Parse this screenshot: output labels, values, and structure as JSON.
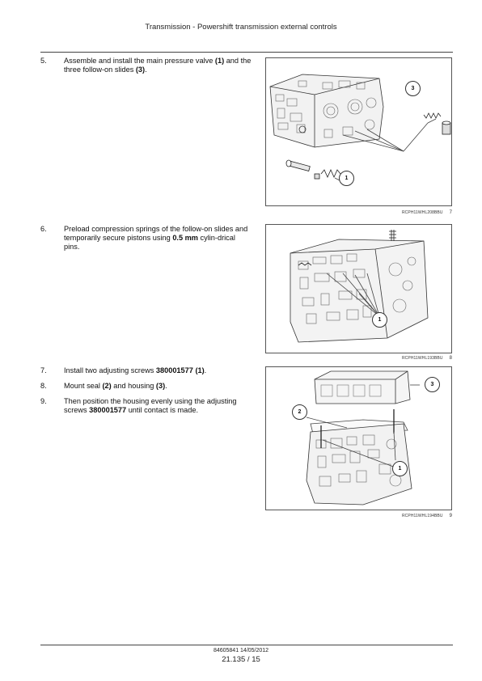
{
  "header": {
    "title": "Transmission - Powershift transmission external controls"
  },
  "steps": [
    {
      "number": "5.",
      "segments": [
        {
          "t": "Assemble and install the main pressure valve ",
          "b": false
        },
        {
          "t": "(1)",
          "b": true
        },
        {
          "t": " and the three follow-on slides ",
          "b": false
        },
        {
          "t": "(3)",
          "b": true
        },
        {
          "t": ".",
          "b": false
        }
      ]
    },
    {
      "number": "6.",
      "segments": [
        {
          "t": "Preload compression springs of the follow-on slides and temporarily secure pistons using ",
          "b": false
        },
        {
          "t": "0.5 mm",
          "b": true
        },
        {
          "t": " cylin-drical pins.",
          "b": false
        }
      ]
    },
    {
      "number": "7.",
      "segments": [
        {
          "t": "Install two adjusting screws ",
          "b": false
        },
        {
          "t": "380001577",
          "b": true
        },
        {
          "t": " ",
          "b": false
        },
        {
          "t": "(1)",
          "b": true
        },
        {
          "t": ".",
          "b": false
        }
      ]
    },
    {
      "number": "8.",
      "segments": [
        {
          "t": "Mount seal ",
          "b": false
        },
        {
          "t": "(2)",
          "b": true
        },
        {
          "t": " and housing ",
          "b": false
        },
        {
          "t": "(3)",
          "b": true
        },
        {
          "t": ".",
          "b": false
        }
      ]
    },
    {
      "number": "9.",
      "segments": [
        {
          "t": "Then position the housing evenly using the adjusting screws ",
          "b": false
        },
        {
          "t": "380001577",
          "b": true
        },
        {
          "t": " until contact is made.",
          "b": false
        }
      ]
    }
  ],
  "figures": [
    {
      "code": "RCPH11WHL208BBU",
      "number": "7",
      "callouts": [
        "3",
        "1"
      ]
    },
    {
      "code": "RCPH11WHL193BBU",
      "number": "8",
      "callouts": [
        "1"
      ]
    },
    {
      "code": "RCPH11WHL194BBU",
      "number": "9",
      "callouts": [
        "2",
        "3",
        "1"
      ]
    }
  ],
  "footer": {
    "doc": "84605841 14/05/2012",
    "page": "21.135 / 15"
  }
}
